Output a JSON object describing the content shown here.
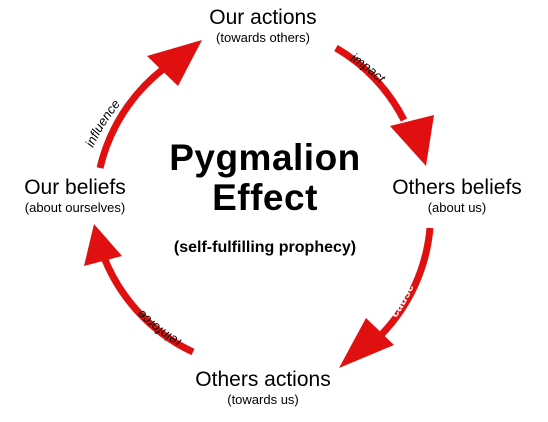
{
  "center": {
    "title_line1": "Pygmalion",
    "title_line2": "Effect",
    "subtitle": "(self-fulfilling prophecy)"
  },
  "nodes": {
    "top": {
      "main": "Our actions",
      "sub": "(towards others)"
    },
    "right": {
      "main": "Others beliefs",
      "sub": "(about us)"
    },
    "bottom": {
      "main": "Others actions",
      "sub": "(towards us)"
    },
    "left": {
      "main": "Our beliefs",
      "sub": "(about ourselves)"
    }
  },
  "arrows": {
    "impact": "impact",
    "cause": "cause",
    "reinforce": "reinforce",
    "influence": "influence"
  },
  "colors": {
    "arrow": "#e01010",
    "text": "#000000",
    "background": "#ffffff"
  }
}
